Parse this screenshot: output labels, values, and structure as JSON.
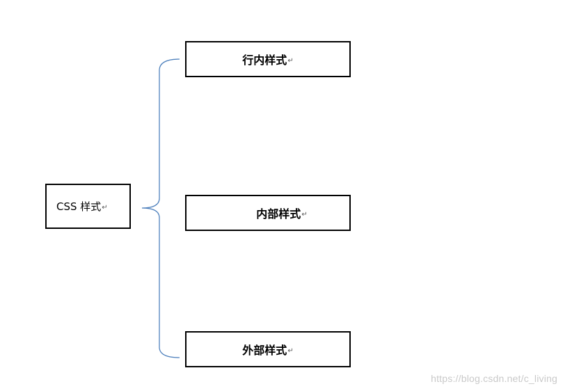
{
  "root": {
    "label": "CSS 样式",
    "mark": "↵"
  },
  "children": [
    {
      "label": "行内样式",
      "mark": "↵"
    },
    {
      "label": "内部样式",
      "mark": "↵"
    },
    {
      "label": "外部样式",
      "mark": "↵"
    }
  ],
  "brace_color": "#4f81bd",
  "watermark": "https://blog.csdn.net/c_living"
}
